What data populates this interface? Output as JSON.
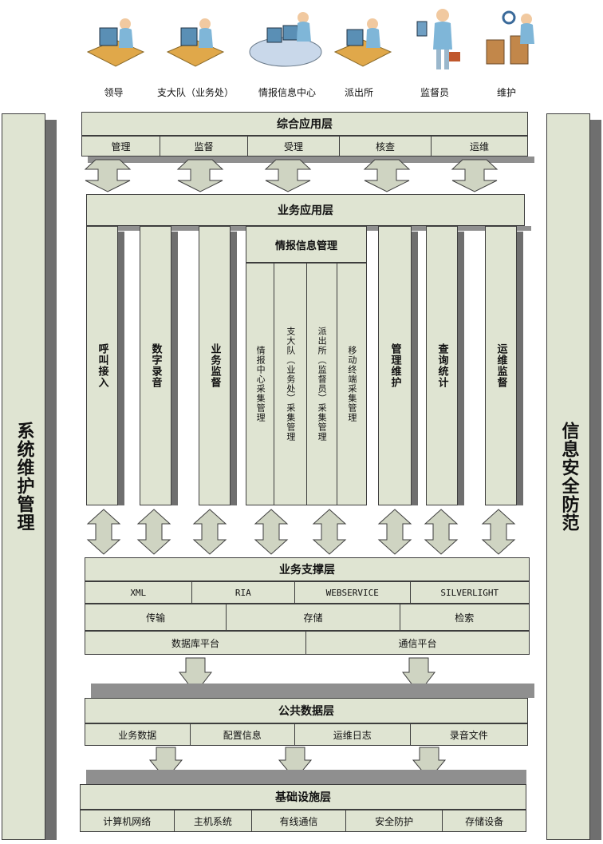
{
  "roles": [
    {
      "label": "领导",
      "icon": "leader-icon"
    },
    {
      "label": "支大队（业务处）",
      "icon": "brigade-icon"
    },
    {
      "label": "情报信息中心",
      "icon": "intel-center-icon"
    },
    {
      "label": "派出所",
      "icon": "police-station-icon"
    },
    {
      "label": "监督员",
      "icon": "supervisor-icon"
    },
    {
      "label": "维护",
      "icon": "maintenance-icon"
    }
  ],
  "left_pillar": "系统维护管理",
  "right_pillar": "信息安全防范",
  "layer_comprehensive": {
    "title": "综合应用层",
    "items": [
      "管理",
      "监督",
      "受理",
      "核查",
      "运维"
    ]
  },
  "layer_business_app": {
    "title": "业务应用层",
    "columns": [
      "呼叫接入",
      "数字录音",
      "业务监督"
    ],
    "intel": {
      "title": "情报信息管理",
      "columns": [
        "情报中心采集管理",
        "支大队（业务处）采集管理",
        "派出所（监督员）采集管理",
        "移动终端采集管理"
      ]
    },
    "right_columns": [
      "管理维护",
      "查询统计",
      "运维监督"
    ]
  },
  "layer_support": {
    "title": "业务支撑层",
    "row1": [
      "XML",
      "RIA",
      "WEBSERVICE",
      "SILVERLIGHT"
    ],
    "row2": [
      "传输",
      "存储",
      "检索"
    ],
    "row3": [
      "数据库平台",
      "通信平台"
    ]
  },
  "layer_public_data": {
    "title": "公共数据层",
    "items": [
      "业务数据",
      "配置信息",
      "运维日志",
      "录音文件"
    ]
  },
  "layer_infra": {
    "title": "基础设施层",
    "items": [
      "计算机网络",
      "主机系统",
      "有线通信",
      "安全防护",
      "存储设备"
    ]
  },
  "colors": {
    "box": "#dfe4d2",
    "shadow": "#8f8f8f",
    "border": "#3d3d3d",
    "arrow": "#cfd4c2"
  }
}
